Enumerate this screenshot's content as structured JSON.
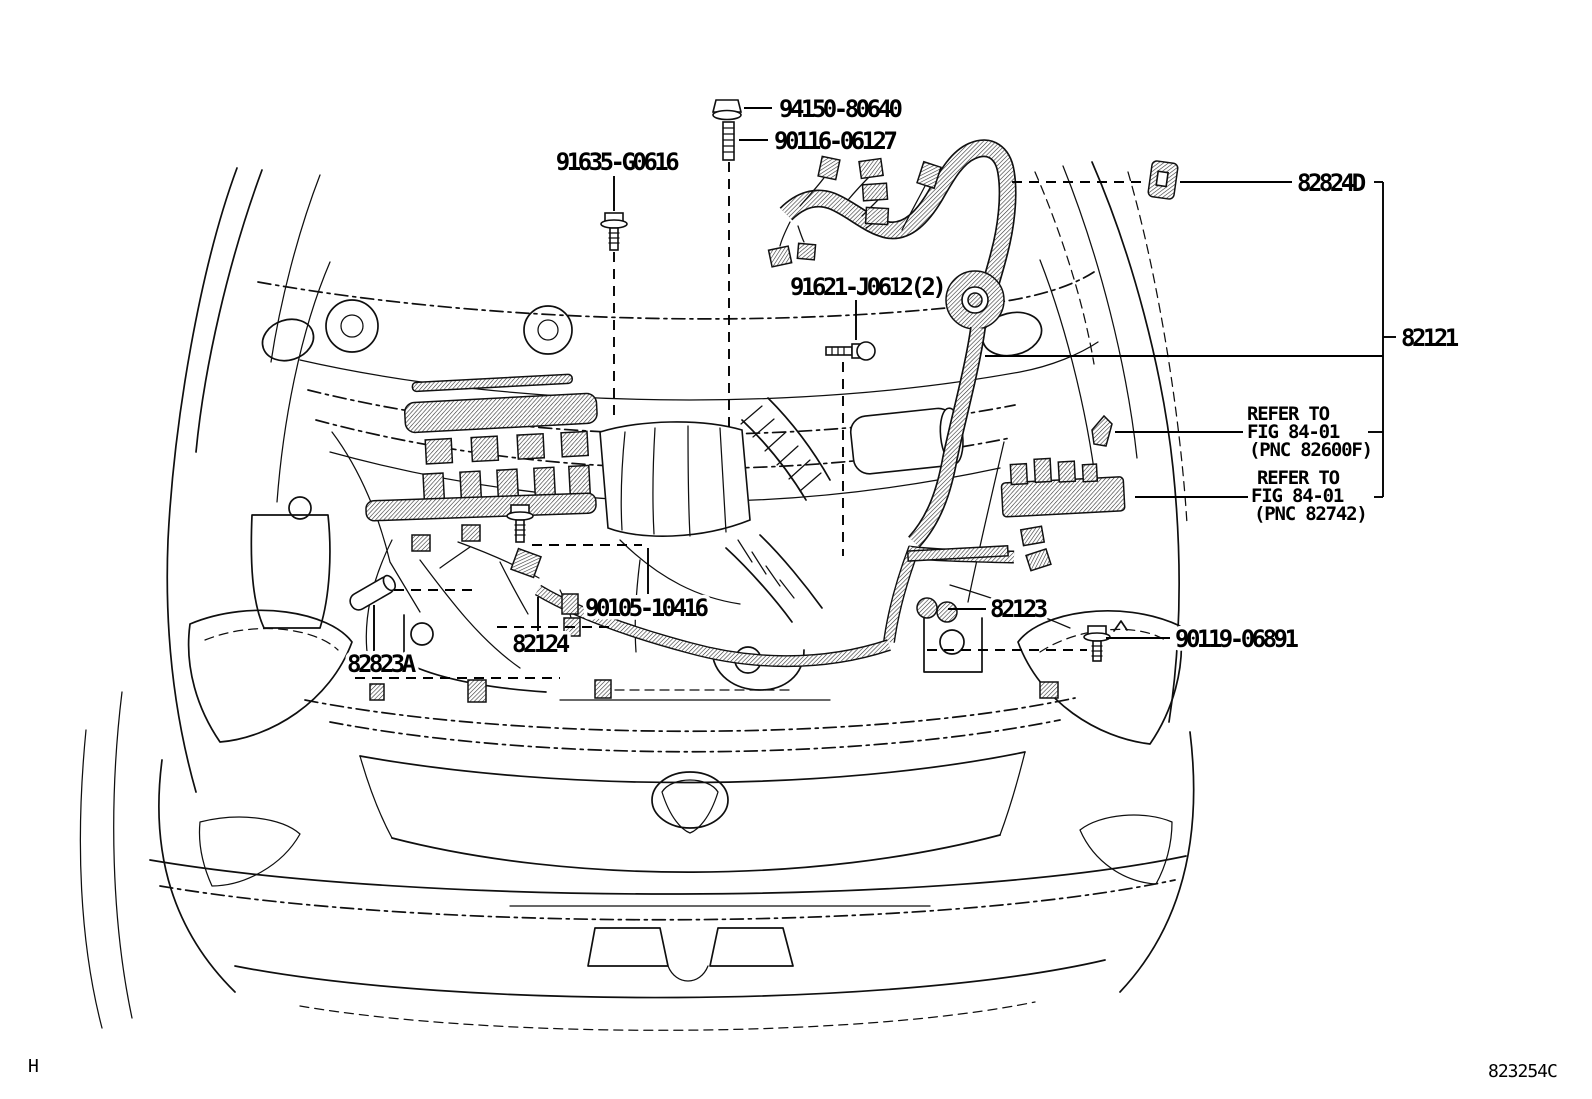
{
  "diagram": {
    "sheet_code": "823254C",
    "revision": "H",
    "colors": {
      "line": "#161616",
      "background": "#ffffff"
    },
    "labels": {
      "p94150": "94150-80640",
      "p90116": "90116-06127",
      "p91635": "91635-G0616",
      "p91621": "91621-J0612(2)",
      "p82824d": "82824D",
      "p82121": "82121",
      "p90105": "90105-10416",
      "p82123": "82123",
      "p82124": "82124",
      "p82823a": "82823A",
      "p90119": "90119-06891"
    },
    "refer_note_1": {
      "line1": "REFER TO",
      "line2": "FIG 84-01",
      "line3": "(PNC 82600F)"
    },
    "refer_note_2": {
      "line1": "REFER TO",
      "line2": "FIG 84-01",
      "line3": "(PNC 82742)"
    }
  }
}
